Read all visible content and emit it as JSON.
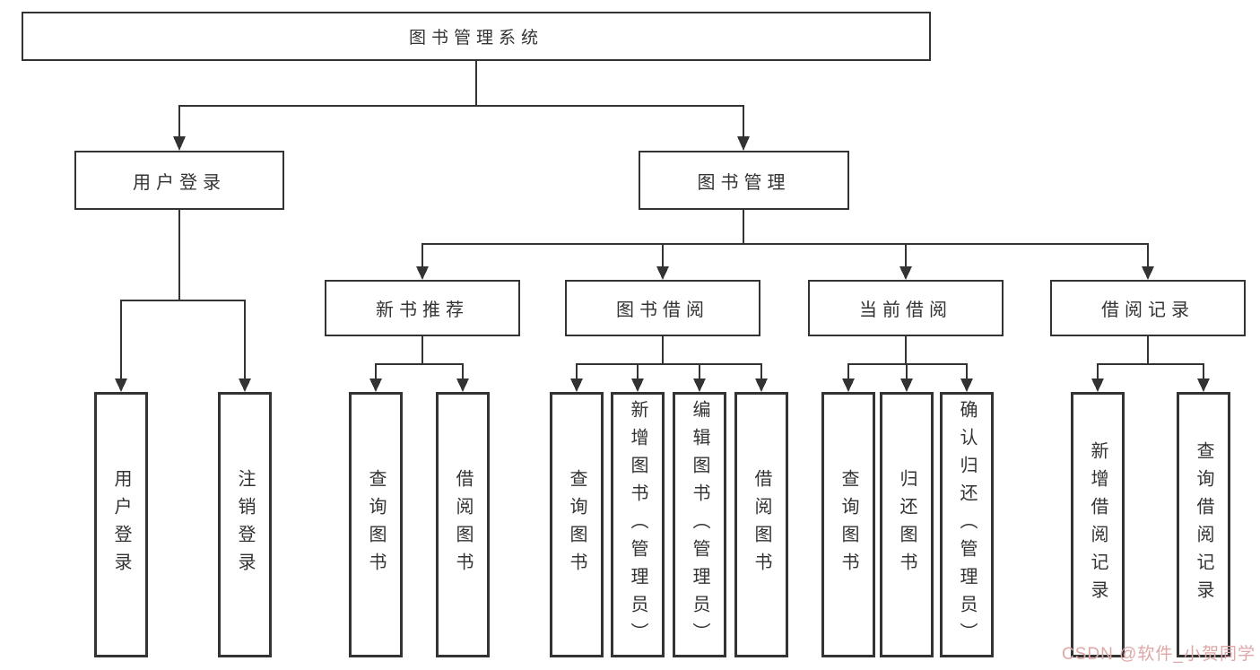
{
  "watermark": "CSDN @软件_小贺同学",
  "colors": {
    "line": "#333333",
    "text": "#333333",
    "watermark": "#dfa7a7",
    "background": "#ffffff"
  },
  "tree": {
    "root": {
      "label": "图书管理系统"
    },
    "branches": [
      {
        "label": "用户登录",
        "children": [
          {
            "label": "用户登录"
          },
          {
            "label": "注销登录"
          }
        ]
      },
      {
        "label": "图书管理",
        "sections": [
          {
            "label": "新书推荐",
            "children": [
              {
                "label": "查询图书"
              },
              {
                "label": "借阅图书"
              }
            ]
          },
          {
            "label": "图书借阅",
            "children": [
              {
                "label": "查询图书"
              },
              {
                "label": "新增图书（管理员）"
              },
              {
                "label": "编辑图书（管理员）"
              },
              {
                "label": "借阅图书"
              }
            ]
          },
          {
            "label": "当前借阅",
            "children": [
              {
                "label": "查询图书"
              },
              {
                "label": "归还图书"
              },
              {
                "label": "确认归还（管理员）"
              }
            ]
          },
          {
            "label": "借阅记录",
            "children": [
              {
                "label": "新增借阅记录"
              },
              {
                "label": "查询借阅记录"
              }
            ]
          }
        ]
      }
    ]
  }
}
